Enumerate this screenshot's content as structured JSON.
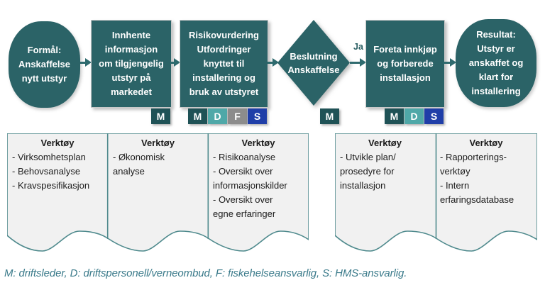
{
  "palette": {
    "shape_fill": "#2b6367",
    "arrow": "#2e6a6e",
    "badge_m": "#1f5256",
    "badge_d": "#4fa8a8",
    "badge_f": "#8c8c8c",
    "badge_s": "#1f3ea8",
    "toolbox_fill": "#f1f1f1",
    "toolbox_border": "#4f8a8d",
    "legend_color": "#3a7a8a"
  },
  "flow": {
    "start": {
      "header": "Formål:",
      "lines": [
        "Anskaffelse",
        "nytt utstyr"
      ]
    },
    "gather": {
      "lines": [
        "Innhente",
        "informasjon",
        "om tilgjengelig",
        "utstyr på",
        "markedet"
      ],
      "badges": [
        "M"
      ]
    },
    "risk": {
      "header": "Risikovurdering",
      "lines": [
        "Utfordringer",
        "knyttet til",
        "installering og",
        "bruk av utstyret"
      ],
      "badges": [
        "M",
        "D",
        "F",
        "S"
      ]
    },
    "decision": {
      "lines": [
        "Beslutning",
        "Anskaffelse"
      ],
      "badges": [
        "M"
      ],
      "branch_label": "Ja"
    },
    "procure": {
      "lines": [
        "Foreta innkjøp",
        "og forberede",
        "installasjon"
      ],
      "badges": [
        "M",
        "D",
        "S"
      ]
    },
    "result": {
      "header": "Resultat:",
      "lines": [
        "Utstyr er",
        "anskaffet og",
        "klart for",
        "installering"
      ]
    }
  },
  "toolboxes": [
    {
      "title": "Verktøy",
      "lines": [
        "- Virksomhetsplan",
        "- Behovsanalyse",
        "- Kravspesifikasjon"
      ]
    },
    {
      "title": "Verktøy",
      "lines": [
        "- Økonomisk",
        "analyse"
      ]
    },
    {
      "title": "Verktøy",
      "lines": [
        "- Risikoanalyse",
        "- Oversikt over",
        "informasjonskilder",
        "- Oversikt over",
        "egne erfaringer"
      ]
    },
    {
      "title": "Verktøy",
      "lines": [
        "- Utvikle plan/",
        "prosedyre for",
        "installasjon"
      ]
    },
    {
      "title": "Verktøy",
      "lines": [
        "- Rapporterings-",
        "verktøy",
        "- Intern",
        "erfaringsdatabase"
      ]
    }
  ],
  "legend": "M: driftsleder, D: driftspersonell/verneombud, F: fiskehelseansvarlig, S: HMS-ansvarlig."
}
